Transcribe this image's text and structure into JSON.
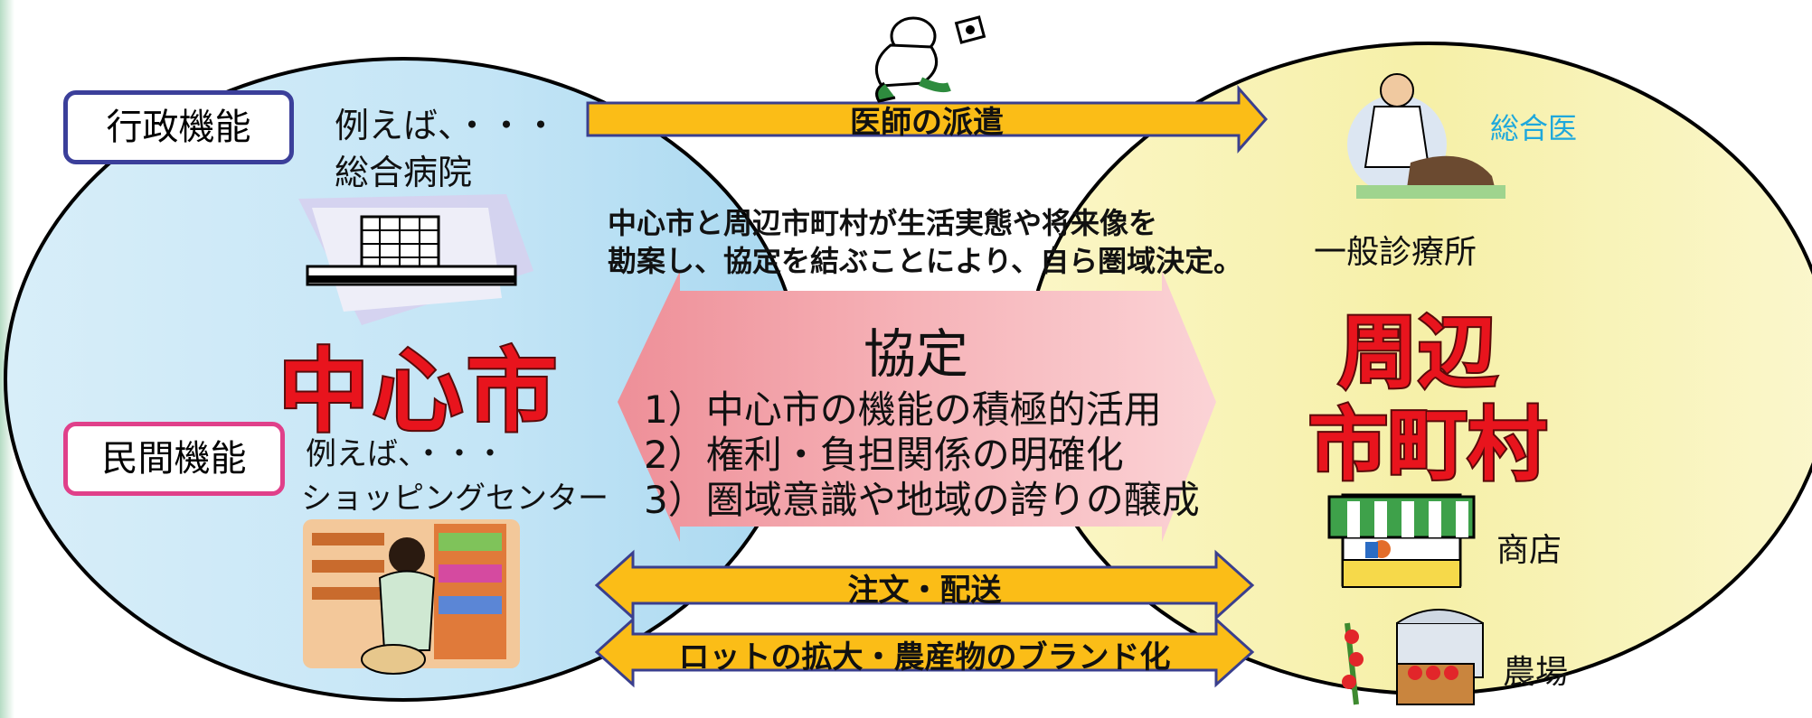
{
  "central_city": {
    "name": "中心市",
    "admin_function": {
      "label": "行政機能",
      "example_prefix": "例えば、・・・",
      "example": "総合病院"
    },
    "private_function": {
      "label": "民間機能",
      "example_prefix": "例えば、・・・",
      "example": "ショッピングセンター"
    }
  },
  "surrounding": {
    "name_line1": "周辺",
    "name_line2": "市町村",
    "general_doctor": "総合医",
    "clinic": "一般診療所",
    "shop": "商店",
    "farm": "農場"
  },
  "arrows": {
    "doctor_dispatch": "医師の派遣",
    "order_delivery": "注文・配送",
    "branding": "ロットの拡大・農産物のブランド化"
  },
  "description": {
    "line1": "中心市と周辺市町村が生活実態や将来像を",
    "line2": "勘案し、協定を結ぶことにより、自ら圏域決定。"
  },
  "agreement": {
    "title": "協定",
    "items": [
      "1）中心市の機能の積極的活用",
      "2）権利・負担関係の明確化",
      "3）圏域意識や地域の誇りの醸成"
    ]
  },
  "colors": {
    "left_circle": "#c6e6f6",
    "right_circle": "#f8f2b4",
    "arrow_fill": "#fbbd17",
    "arrow_stroke": "#3a3f8e",
    "agreement_fill": "#f3a7ad",
    "red_text": "#e8141d",
    "admin_border": "#3b3f9a",
    "private_border": "#e0408a",
    "general_doctor_text": "#1ea8dc"
  }
}
